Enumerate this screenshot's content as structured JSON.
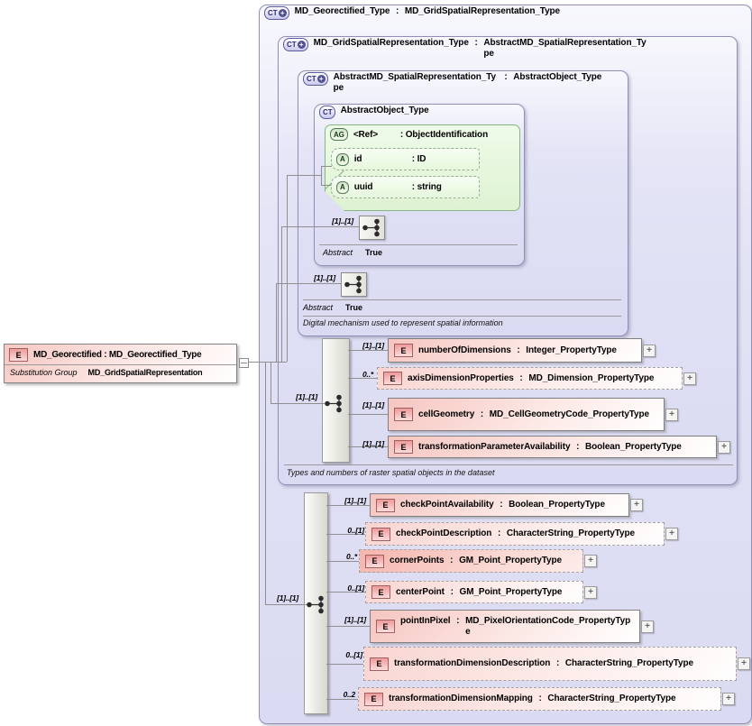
{
  "substitution": {
    "badge": "E",
    "name": "MD_Georectified",
    "colon": " : ",
    "type": "MD_Georectified_Type",
    "facet_label": "Substitution Group",
    "facet_value": "MD_GridSpatialRepresentation"
  },
  "complex_types": {
    "outer": {
      "badge": "CT",
      "plus": "+",
      "name": "MD_Georectified_Type",
      "colon": " : ",
      "base": "MD_GridSpatialRepresentation_Type"
    },
    "grid": {
      "badge": "CT",
      "plus": "+",
      "name": "MD_GridSpatialRepresentation_Type",
      "colon": " : ",
      "base": "AbstractMD_SpatialRepresentation_Type",
      "annotation": "Types and numbers of raster spatial objects in the dataset"
    },
    "spatial": {
      "badge": "CT",
      "plus": "+",
      "name": "AbstractMD_SpatialRepresentation_Type",
      "colon": " : ",
      "base": "AbstractObject_Type",
      "abstract_label": "Abstract",
      "abstract_value": "True",
      "annotation": "Digital mechanism used to represent spatial information"
    },
    "object": {
      "badge": "CT",
      "name": "AbstractObject_Type",
      "abstract_label": "Abstract",
      "abstract_value": "True"
    }
  },
  "attribute_group": {
    "badge": "AG",
    "name": "<Ref>",
    "colon": ": ",
    "type": "ObjectIdentification",
    "attributes": [
      {
        "badge": "A",
        "name": "id",
        "colon": ": ",
        "type": "ID"
      },
      {
        "badge": "A",
        "name": "uuid",
        "colon": ": ",
        "type": "string"
      }
    ]
  },
  "sequences": {
    "object_seq": {
      "occurrence": "[1]..[1]"
    },
    "spatial_seq": {
      "occurrence": "[1]..[1]"
    },
    "grid_seq": {
      "occurrence": "[1]..[1]"
    },
    "georectified_seq": {
      "occurrence": "[1]..[1]"
    }
  },
  "grid_elements": [
    {
      "occurrence": "[1]..[1]",
      "badge": "E",
      "name": "numberOfDimensions",
      "colon": " : ",
      "type": "Integer_PropertyType"
    },
    {
      "occurrence": "0..*",
      "badge": "E",
      "name": "axisDimensionProperties",
      "colon": " : ",
      "type": "MD_Dimension_PropertyType"
    },
    {
      "occurrence": "[1]..[1]",
      "badge": "E",
      "name": "cellGeometry",
      "colon": " : ",
      "type": "MD_CellGeometryCode_PropertyType"
    },
    {
      "occurrence": "[1]..[1]",
      "badge": "E",
      "name": "transformationParameterAvailability",
      "colon": " : ",
      "type": "Boolean_PropertyType"
    }
  ],
  "georectified_elements": [
    {
      "occurrence": "[1]..[1]",
      "badge": "E",
      "name": "checkPointAvailability",
      "colon": " : ",
      "type": "Boolean_PropertyType"
    },
    {
      "occurrence": "0..[1]",
      "badge": "E",
      "name": "checkPointDescription",
      "colon": " : ",
      "type": "CharacterString_PropertyType"
    },
    {
      "occurrence": "0..*",
      "badge": "E",
      "name": "cornerPoints",
      "colon": " : ",
      "type": "GM_Point_PropertyType"
    },
    {
      "occurrence": "0..[1]",
      "badge": "E",
      "name": "centerPoint",
      "colon": " : ",
      "type": "GM_Point_PropertyType"
    },
    {
      "occurrence": "[1]..[1]",
      "badge": "E",
      "name": "pointInPixel",
      "colon": " : ",
      "type": "MD_PixelOrientationCode_PropertyType"
    },
    {
      "occurrence": "0..[1]",
      "badge": "E",
      "name": "transformationDimensionDescription",
      "colon": " : ",
      "type": "CharacterString_PropertyType"
    },
    {
      "occurrence": "0..2",
      "badge": "E",
      "name": "transformationDimensionMapping",
      "colon": " : ",
      "type": "CharacterString_PropertyType"
    }
  ],
  "expand_symbol": "+"
}
